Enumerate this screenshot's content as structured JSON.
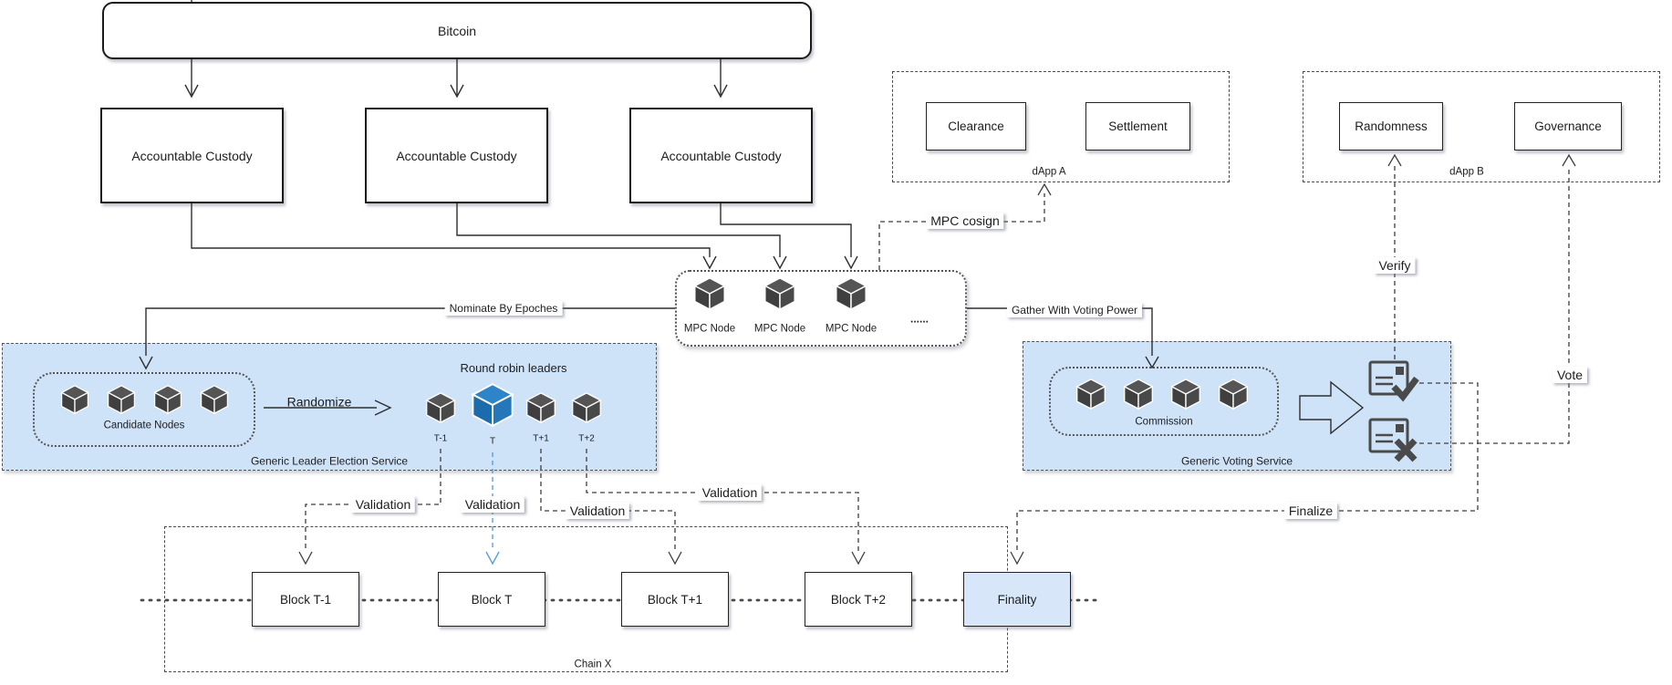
{
  "nodes": {
    "bitcoin": "Bitcoin",
    "custody": [
      "Accountable Custody",
      "Accountable Custody",
      "Accountable Custody"
    ],
    "mpc_nodes": [
      "MPC Node",
      "MPC Node",
      "MPC Node"
    ],
    "mpc_ellipsis": "......",
    "dapp_a": {
      "label": "dApp A",
      "items": [
        "Clearance",
        "Settlement"
      ]
    },
    "dapp_b": {
      "label": "dApp B",
      "items": [
        "Randomness",
        "Governance"
      ]
    },
    "leader_service": {
      "label": "Generic Leader Election Service",
      "candidates_label": "Candidate Nodes",
      "round_robin_label": "Round robin leaders",
      "slots": [
        "T-1",
        "T",
        "T+1",
        "T+2"
      ]
    },
    "voting_service": {
      "label": "Generic Voting Service",
      "commission_label": "Commission"
    },
    "chain": {
      "label": "Chain X",
      "blocks": [
        "Block T-1",
        "Block T",
        "Block T+1",
        "Block T+2",
        "Finality"
      ]
    }
  },
  "edges": {
    "nominate": "Nominate By Epoches",
    "gather": "Gather With Voting Power",
    "mpc_cosign": "MPC cosign",
    "randomize": "Randomize",
    "verify": "Verify",
    "vote": "Vote",
    "finalize": "Finalize",
    "validation": [
      "Validation",
      "Validation",
      "Validation",
      "Validation"
    ]
  },
  "colors": {
    "service_fill": "#cfe3f8",
    "finality_fill": "#d7e7f9",
    "leader_cube_top": "#2d84c8",
    "leader_cube_left": "#1c6bad",
    "leader_cube_right": "#2676ba",
    "node_cube_top": "#555555",
    "node_cube_left": "#3f3f3f",
    "node_cube_right": "#494949",
    "blue_edge": "#5a9fd9"
  }
}
